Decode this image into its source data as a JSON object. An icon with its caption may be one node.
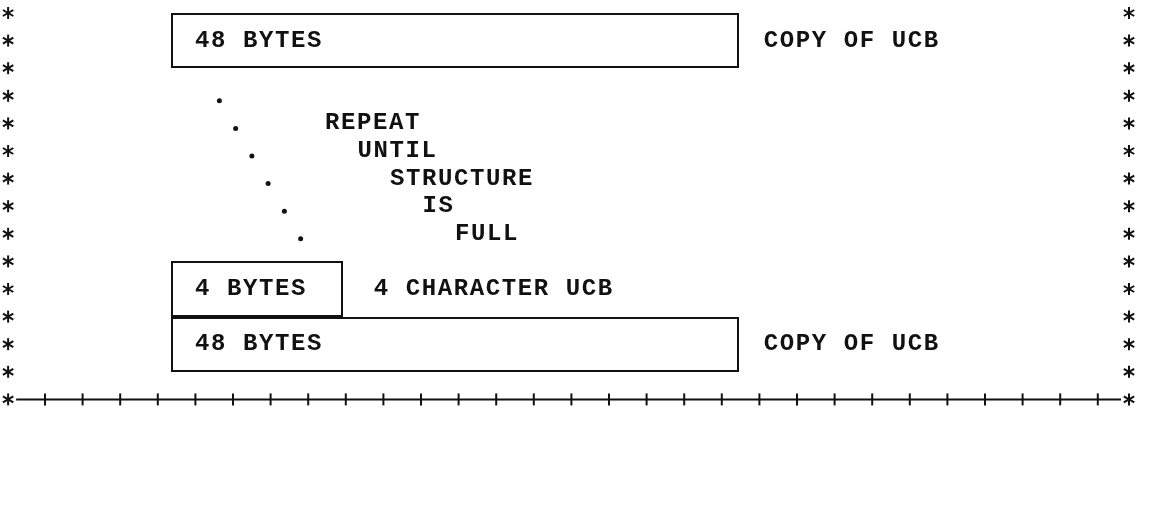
{
  "diagram": {
    "nodes": [
      {
        "text": [
          "48 BYTES"
        ],
        "beside": [
          "COPY OF UCB"
        ]
      },
      {
        "text": [
          "4 BYTES"
        ],
        "beside": [
          "4 CHARACTER UCB"
        ]
      },
      {
        "text": [
          "48 BYTES"
        ],
        "beside": [
          "COPY OF UCB"
        ]
      }
    ],
    "labels": [
      "REPEAT",
      "UNTIL",
      "STRUCTURE",
      "IS",
      "FULL"
    ]
  }
}
